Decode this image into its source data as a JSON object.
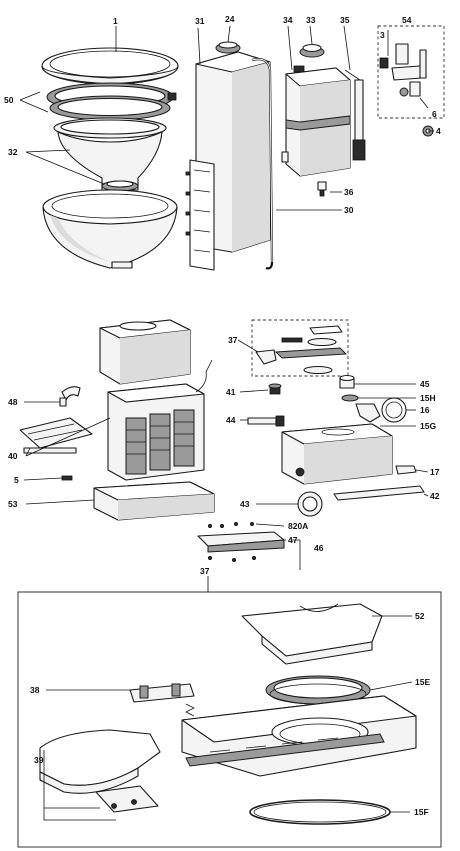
{
  "labels": {
    "l1": "1",
    "l31": "31",
    "l24": "24",
    "l34": "34",
    "l33": "33",
    "l35": "35",
    "l54": "54",
    "l3": "3",
    "l6": "6",
    "l4": "4",
    "l50": "50",
    "l32": "32",
    "l36": "36",
    "l30": "30",
    "l37a": "37",
    "l48": "48",
    "l40": "40",
    "l5": "5",
    "l53": "53",
    "l41": "41",
    "l44": "44",
    "l45": "45",
    "l15h": "15H",
    "l16": "16",
    "l15g": "15G",
    "l17": "17",
    "l43": "43",
    "l42": "42",
    "l820a": "820A",
    "l47": "47",
    "l46": "46",
    "l37b": "37",
    "l52": "52",
    "l38": "38",
    "l15e": "15E",
    "l39": "39",
    "l15f": "15F"
  }
}
